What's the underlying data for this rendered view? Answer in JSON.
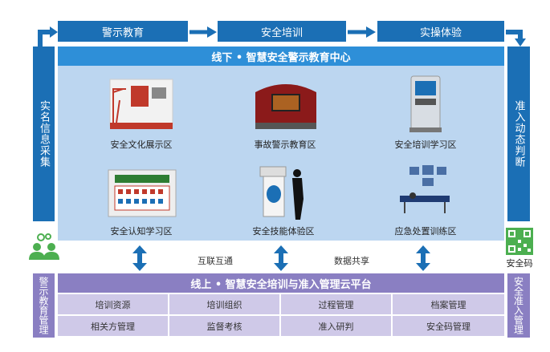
{
  "flow": {
    "step1": "警示教育",
    "step2": "安全培训",
    "step3": "实操体验"
  },
  "side": {
    "left": "实名信息采集",
    "right": "准入动态判断",
    "left_bottom": "警示教育管理",
    "right_bottom": "安全准入管理",
    "qr_label": "安全码"
  },
  "offline": {
    "title": "线下 • 智慧安全警示教育中心",
    "zones": [
      "安全文化展示区",
      "事故警示教育区",
      "安全培训学习区",
      "安全认知学习区",
      "安全技能体验区",
      "应急处置训练区"
    ]
  },
  "links": {
    "left": "互联互通",
    "right": "数据共享"
  },
  "online": {
    "title": "线上 • 智慧安全培训与准入管理云平台",
    "row1": [
      "培训资源",
      "培训组织",
      "过程管理",
      "档案管理"
    ],
    "row2": [
      "相关方管理",
      "监督考核",
      "准入研判",
      "安全码管理"
    ]
  },
  "colors": {
    "blue": "#1b6fb5",
    "light_blue": "#bcd6f0",
    "purple": "#8a7fc2",
    "lavender": "#cfc9e8",
    "green": "#4caf50"
  }
}
